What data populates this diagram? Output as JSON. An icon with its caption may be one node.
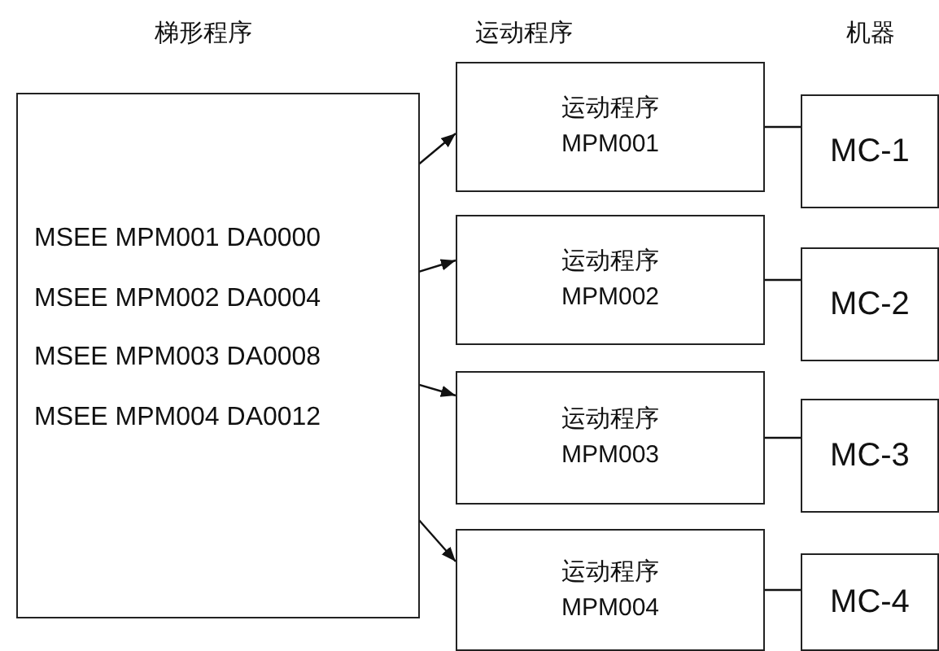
{
  "diagram": {
    "nodes": [
      {
        "text": [],
        "shape": "box"
      },
      {
        "text": [
          "MSEE MPM001 DA0000"
        ],
        "in": 0
      },
      {
        "text": [
          "MSEE MPM002 DA0004"
        ],
        "in": 0
      },
      {
        "text": [
          "MSEE MPM003 DA0008"
        ],
        "in": 0
      },
      {
        "text": [
          "MSEE MPM004 DA0012"
        ],
        "in": 0
      },
      {
        "text": [
          "运动程序",
          "MPM001"
        ]
      },
      {
        "text": [
          "运动程序",
          "MPM002"
        ]
      },
      {
        "text": [
          "运动程序",
          "MPM003"
        ]
      },
      {
        "text": [
          "运动程序",
          "MPM004"
        ]
      },
      {
        "text": [
          "MC-1"
        ]
      },
      {
        "text": [
          "MC-2"
        ]
      },
      {
        "text": [
          "MC-3"
        ]
      },
      {
        "text": [
          "MC-4"
        ]
      }
    ],
    "edges": [
      {
        "from": 1,
        "to": 5,
        "arrow": "to"
      },
      {
        "from": 2,
        "to": 6,
        "arrow": "to"
      },
      {
        "from": 3,
        "to": 7,
        "arrow": "to"
      },
      {
        "from": 4,
        "to": 8,
        "arrow": "to"
      },
      {
        "from": 5,
        "to": 9,
        "arrow": "none"
      },
      {
        "from": 6,
        "to": 10,
        "arrow": "none"
      },
      {
        "from": 7,
        "to": 11,
        "arrow": "none"
      },
      {
        "from": 8,
        "to": 12,
        "arrow": "none"
      }
    ],
    "labels": [
      "梯形程序",
      "运动程序",
      "机器"
    ]
  }
}
